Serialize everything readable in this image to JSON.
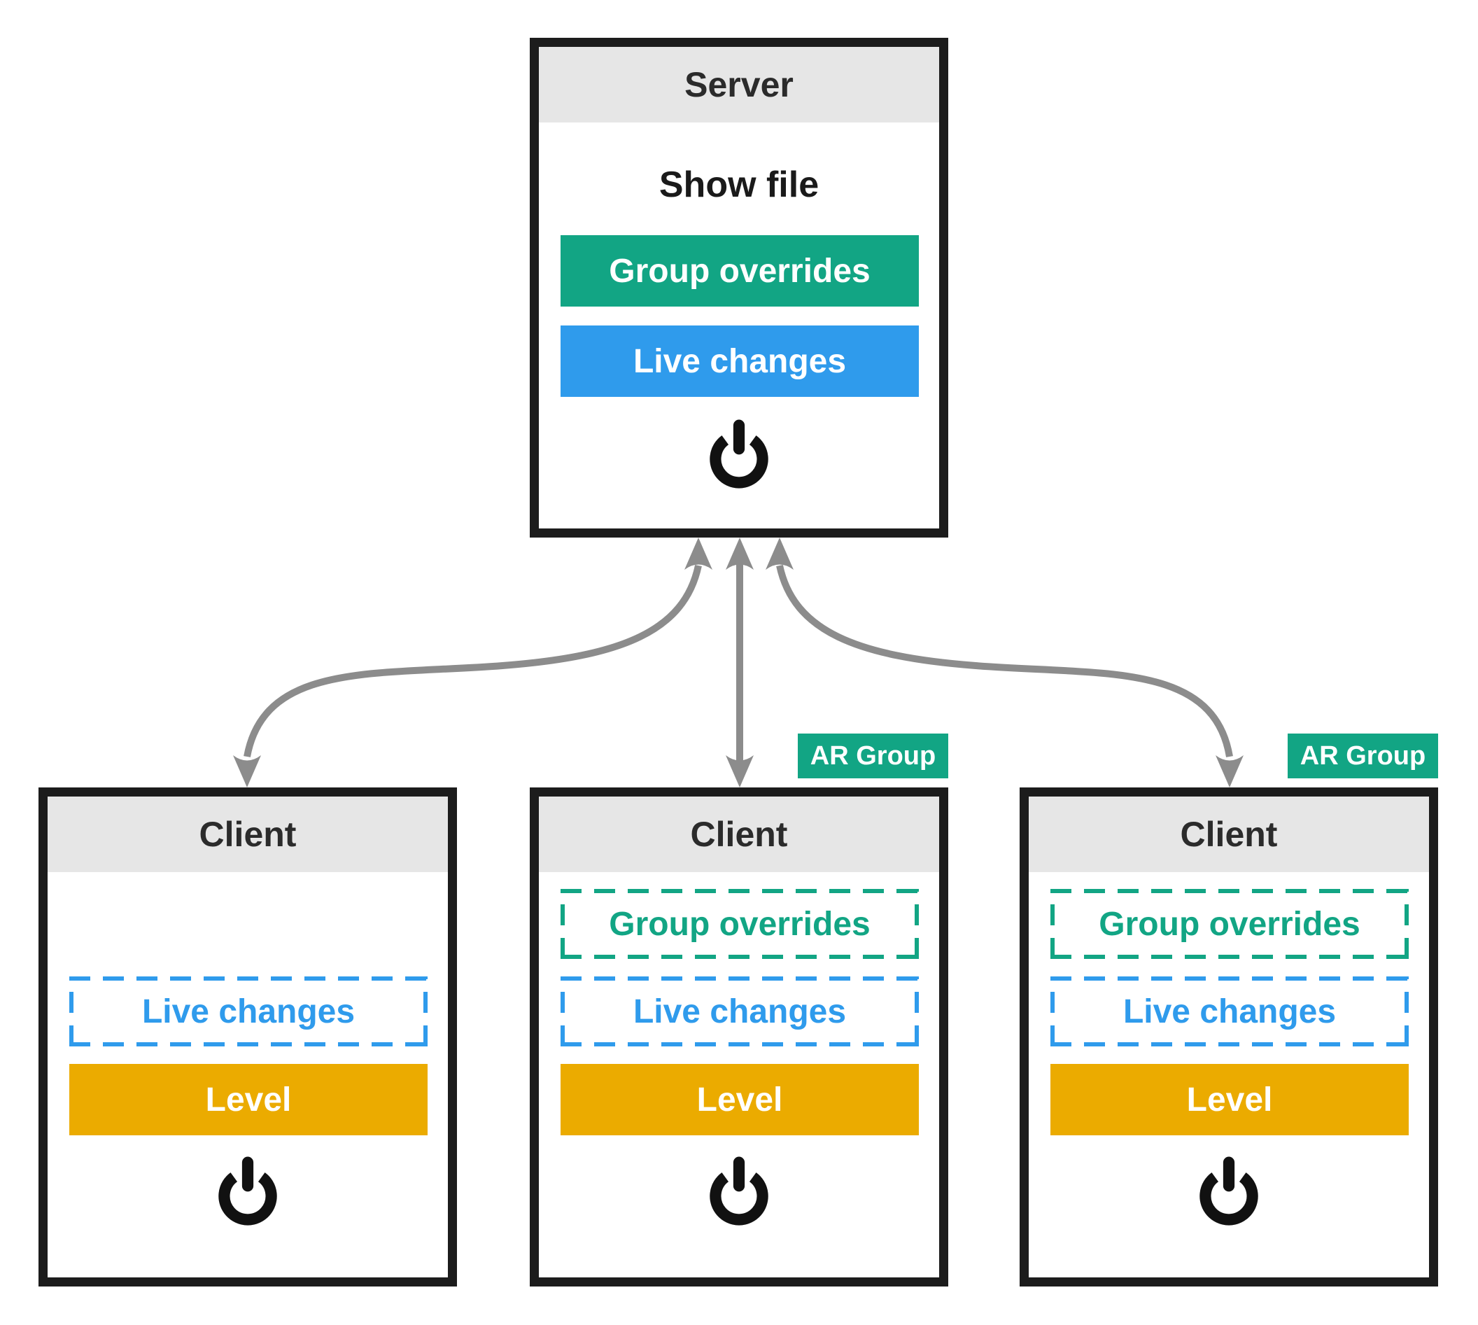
{
  "server": {
    "title": "Server",
    "file_label": "Show file",
    "group_overrides_label": "Group overrides",
    "live_changes_label": "Live changes"
  },
  "clients": [
    {
      "title": "Client",
      "slots": {
        "live_changes": "Live changes",
        "level": "Level"
      }
    },
    {
      "title": "Client",
      "badge": "AR Group",
      "slots": {
        "group_overrides": "Group overrides",
        "live_changes": "Live changes",
        "level": "Level"
      }
    },
    {
      "title": "Client",
      "badge": "AR Group",
      "slots": {
        "group_overrides": "Group overrides",
        "live_changes": "Live changes",
        "level": "Level"
      }
    }
  ],
  "icons": {
    "power": "power-standby-symbol"
  },
  "colors": {
    "green": "#12a584",
    "blue": "#2f9bec",
    "amber": "#ebab00",
    "arrow_gray": "#8c8c8c",
    "header_bg": "#e6e6e6",
    "box_border": "#1c1c1c"
  }
}
